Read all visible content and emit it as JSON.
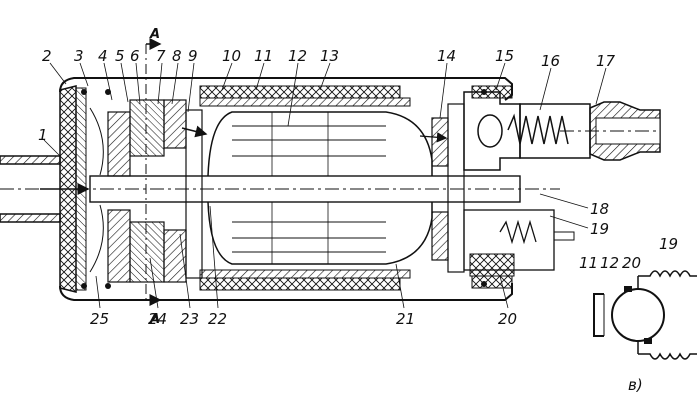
{
  "numbers": {
    "n1": "1",
    "n2": "2",
    "n3": "3",
    "n4": "4",
    "n5": "5",
    "n6": "6",
    "n7": "7",
    "n8": "8",
    "n9": "9",
    "n10": "10",
    "n11": "11",
    "n12": "12",
    "n13": "13",
    "n14": "14",
    "n15": "15",
    "n16": "16",
    "n17": "17",
    "n18": "18",
    "n19": "19",
    "n20": "20",
    "n21": "21",
    "n22": "22",
    "n23": "23",
    "n24": "24",
    "n25": "25"
  },
  "section": {
    "top": "A",
    "bottom": "A"
  },
  "schematic": {
    "n11": "11",
    "n12": "12",
    "n20": "20",
    "n19": "19",
    "caption": "в)"
  },
  "colors": {
    "ink": "#111111",
    "paper": "#ffffff"
  }
}
